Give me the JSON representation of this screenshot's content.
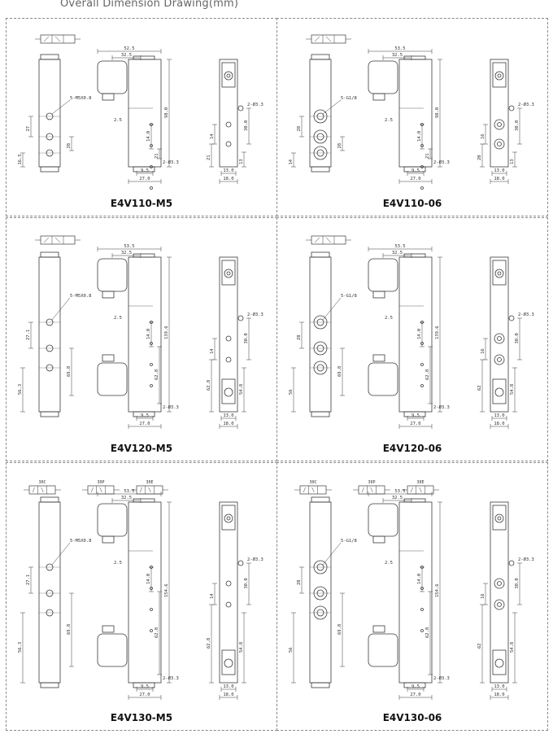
{
  "page": {
    "title": "Overall Dimension Drawing(mm)"
  },
  "panels": [
    {
      "model": "E4V110-M5",
      "port": "5-M5X0.8",
      "bore": "2-Ø3.3",
      "dims": [
        "52.5",
        "32.5",
        "2.5",
        "98.0",
        "14.0",
        "21",
        "9.5",
        "27.0",
        "27",
        "28",
        "16.5",
        "14",
        "30.0",
        "21",
        "13",
        "13.0",
        "18.0"
      ]
    },
    {
      "model": "E4V110-06",
      "port": "5-G1/8",
      "bore": "2-Ø3.3",
      "dims": [
        "53.5",
        "32.5",
        "2.5",
        "98.0",
        "14.0",
        "21",
        "9.5",
        "27.0",
        "28",
        "28",
        "14",
        "16",
        "30.0",
        "20",
        "13",
        "13.0",
        "18.0"
      ]
    },
    {
      "model": "E4V120-M5",
      "port": "5-M5X0.8",
      "bore": "2-Ø3.3",
      "dims": [
        "53.5",
        "32.5",
        "2.5",
        "139.6",
        "14.0",
        "62.8",
        "9.5",
        "27.0",
        "27.1",
        "69.8",
        "56.3",
        "14",
        "30.0",
        "62.8",
        "54.8",
        "13.0",
        "18.0"
      ]
    },
    {
      "model": "E4V120-06",
      "port": "5-G1/8",
      "bore": "2-Ø3.3",
      "dims": [
        "53.5",
        "32.5",
        "2.5",
        "139.6",
        "14.0",
        "62.8",
        "9.5",
        "27.0",
        "28",
        "69.8",
        "56",
        "16",
        "30.0",
        "62",
        "54.8",
        "13.0",
        "18.0"
      ]
    },
    {
      "model": "E4V130-M5",
      "port": "5-M5X0.8",
      "bore": "2-Ø3.3",
      "dims": [
        "53.5",
        "32.5",
        "2.5",
        "154.6",
        "14.0",
        "62.8",
        "9.5",
        "27.0",
        "27.1",
        "69.8",
        "56.3",
        "14",
        "30.0",
        "62.8",
        "54.8",
        "13.0",
        "18.0"
      ],
      "symbols": [
        "30C",
        "30P",
        "30E"
      ]
    },
    {
      "model": "E4V130-06",
      "port": "5-G1/8",
      "bore": "2-Ø3.3",
      "dims": [
        "53.5",
        "32.5",
        "2.5",
        "154.6",
        "14.0",
        "62.8",
        "9.5",
        "27.0",
        "28",
        "69.8",
        "56",
        "16",
        "30.0",
        "62",
        "54.8",
        "13.0",
        "18.0"
      ],
      "symbols": [
        "30C",
        "30P",
        "30E"
      ]
    }
  ]
}
